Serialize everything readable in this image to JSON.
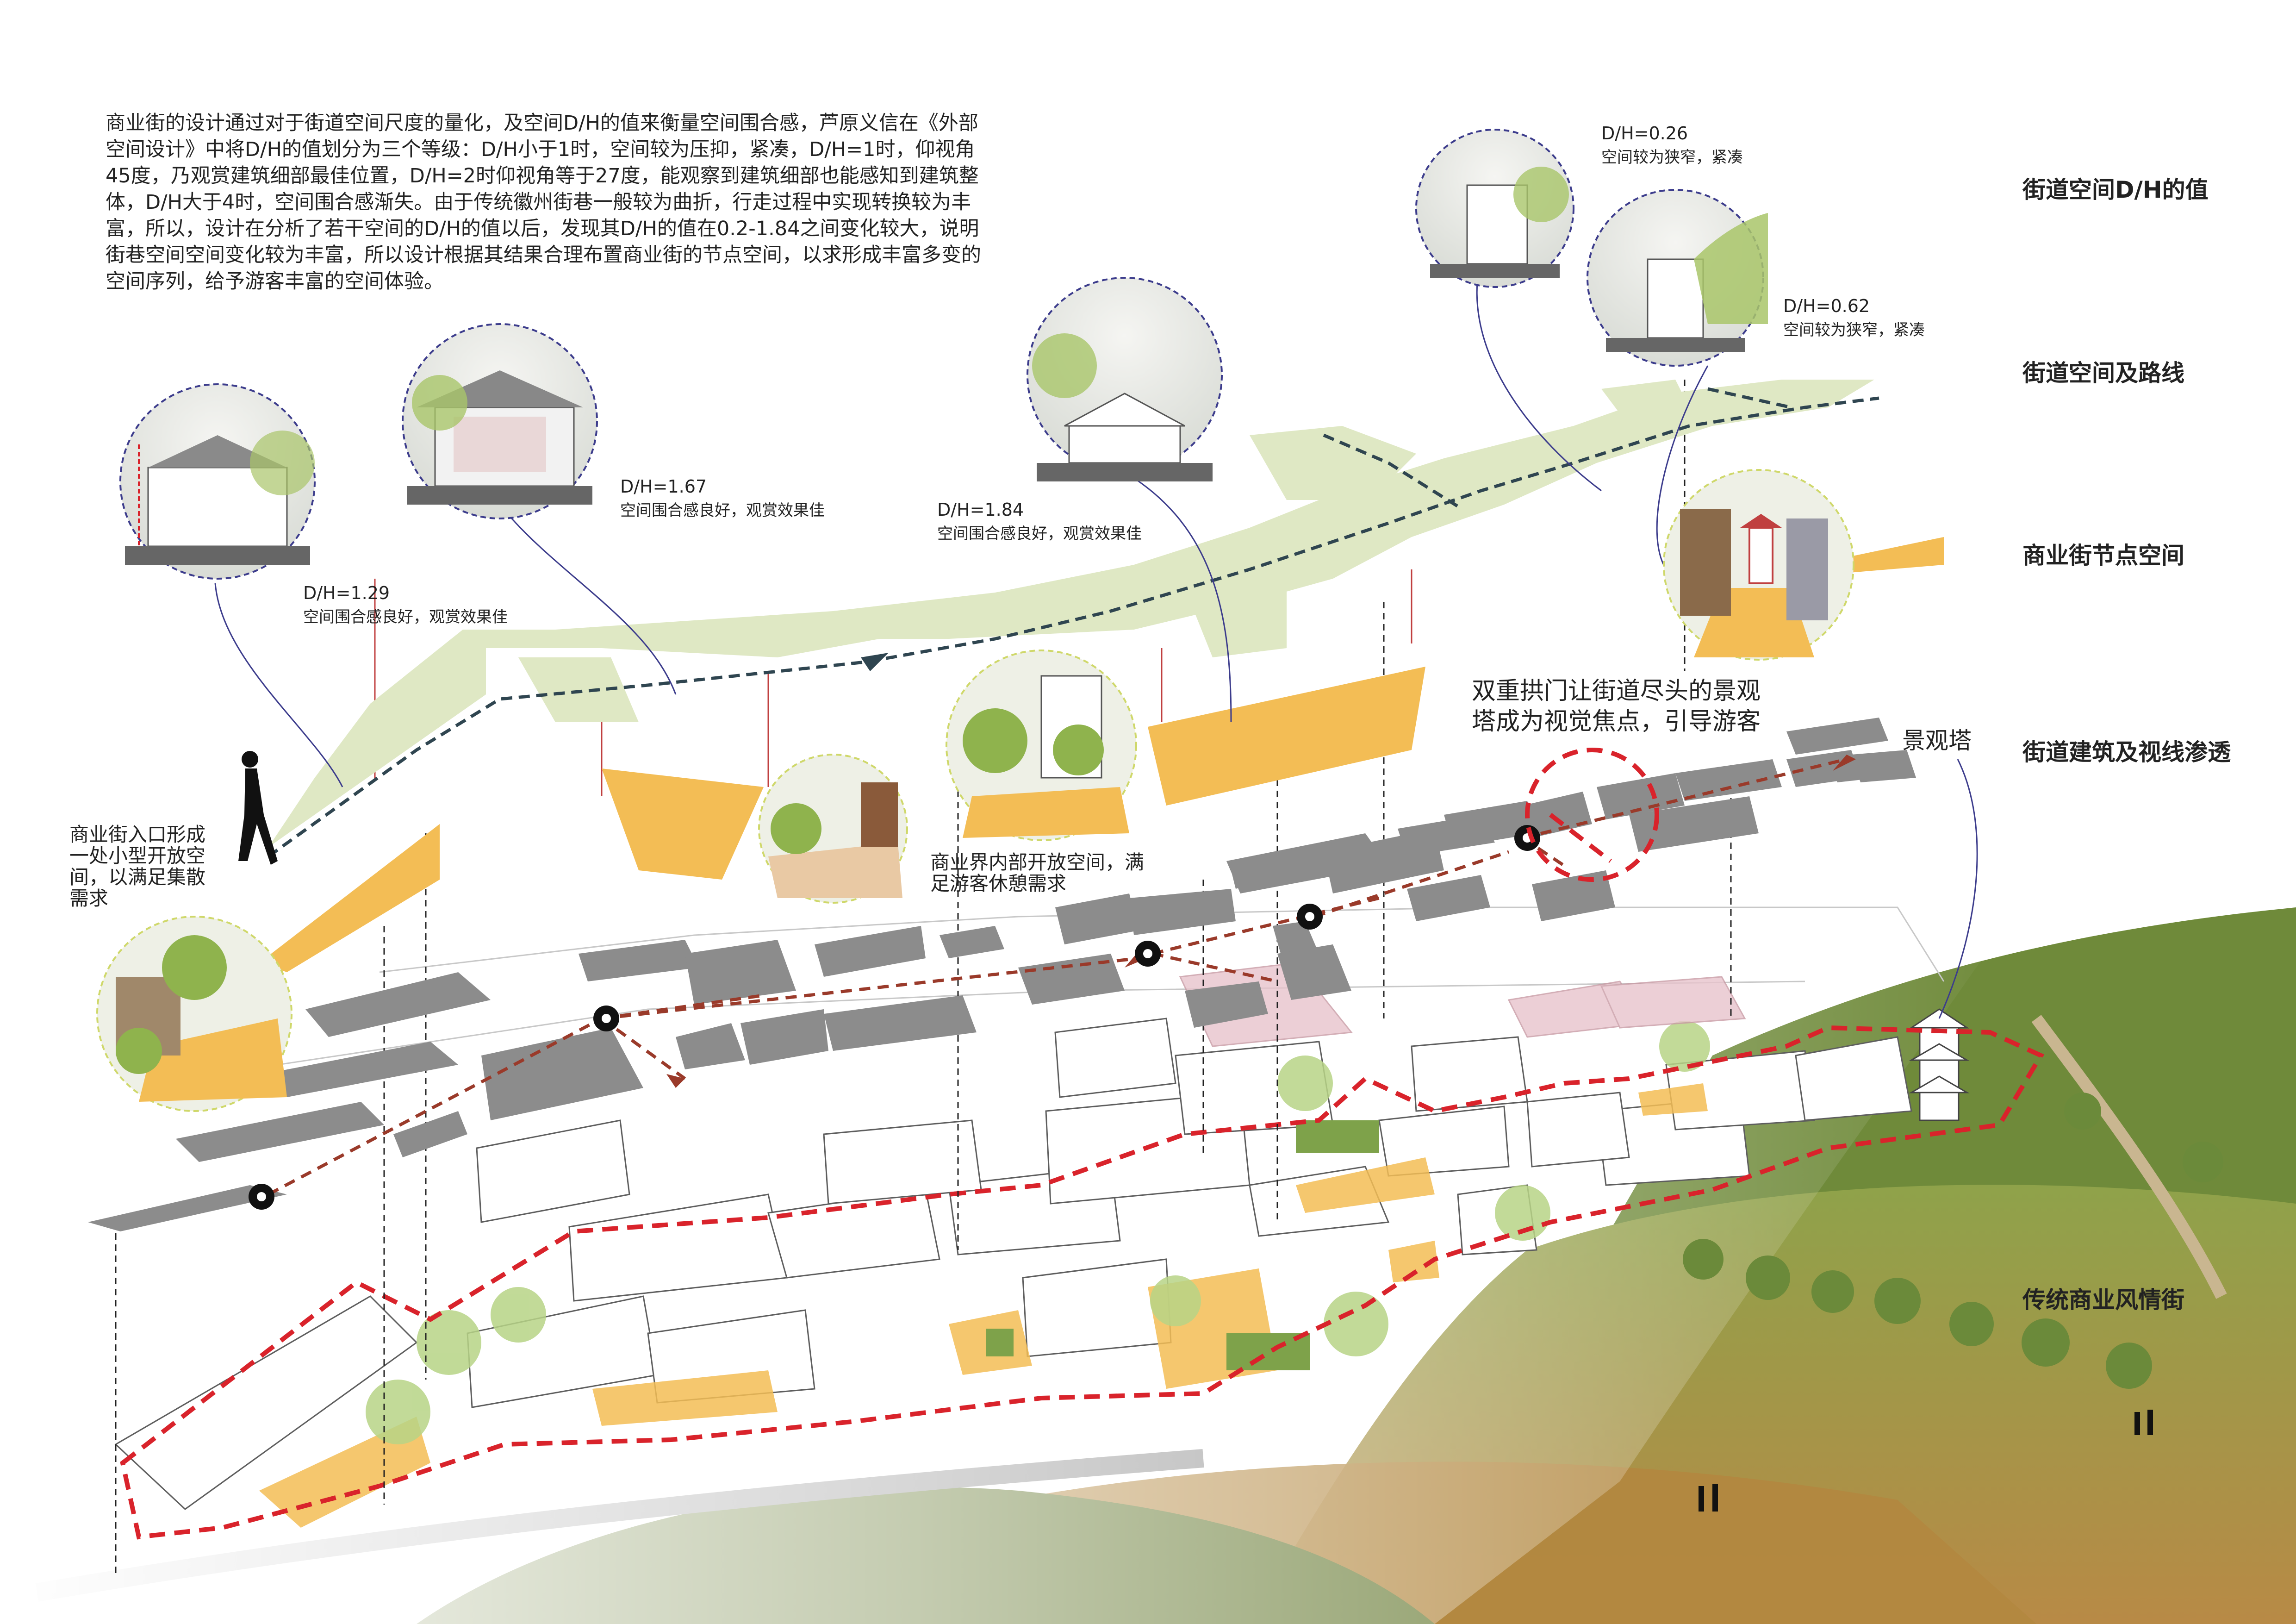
{
  "intro": {
    "text": "商业街的设计通过对于街道空间尺度的量化，及空间D/H的值来衡量空间围合感，芦原义信在《外部空间设计》中将D/H的值划分为三个等级：D/H小于1时，空间较为压抑，紧凑，D/H=1时，仰视角45度，乃观赏建筑细部最佳位置，D/H=2时仰视角等于27度，能观察到建筑细部也能感知到建筑整体，D/H大于4时，空间围合感渐失。由于传统徽州街巷一般较为曲折，行走过程中实现转换较为丰富，所以，设计在分析了若干空间的D/H的值以后，发现其D/H的值在0.2-1.84之间变化较大，说明街巷空间空间变化较为丰富，所以设计根据其结果合理布置商业街的节点空间，以求形成丰富多变的空间序列，给予游客丰富的空间体验。"
  },
  "layers": [
    {
      "label": "街道空间D/H的值"
    },
    {
      "label": "街道空间及路线"
    },
    {
      "label": "商业街节点空间"
    },
    {
      "label": "街道建筑及视线渗透"
    },
    {
      "label": "传统商业风情街"
    }
  ],
  "dh_notes": [
    {
      "value": "D/H=1.29",
      "desc": "空间围合感良好，观赏效果佳"
    },
    {
      "value": "D/H=1.67",
      "desc": "空间围合感良好，观赏效果佳"
    },
    {
      "value": "D/H=1.84",
      "desc": "空间围合感良好，观赏效果佳"
    },
    {
      "value": "D/H=0.26",
      "desc": "空间较为狭窄，紧凑"
    },
    {
      "value": "D/H=0.62",
      "desc": "空间较为狭窄，紧凑"
    }
  ],
  "callouts": {
    "entrance": "商业街入口形成一处小型开放空间，以满足集散需求",
    "inner": "商业界内部开放空间，满足游客休憩需求",
    "arch": "双重拱门让街道尽头的景观塔成为视觉焦点，引导游客",
    "tower": "景观塔"
  },
  "colors": {
    "route_layer": "#dfe8c4",
    "node_yellow": "#f3bd55",
    "building_grey": "#8c8c8c",
    "sight_line": "#9a3a2a",
    "boundary_red": "#d9232b",
    "route_dash": "#2f4550",
    "circle_border": "#3c3c8c",
    "node_circle_border": "#cfd86a"
  }
}
